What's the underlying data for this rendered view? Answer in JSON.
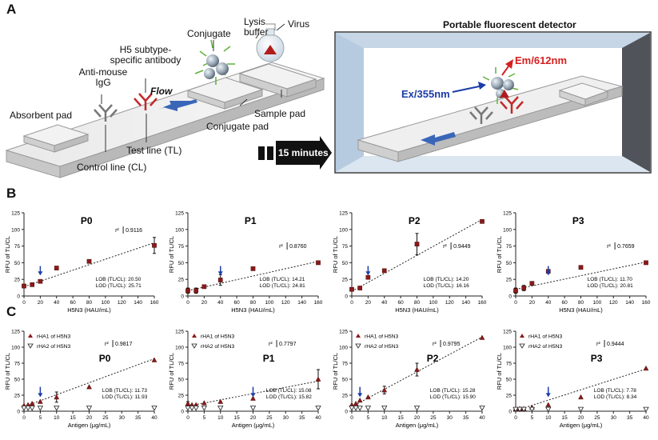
{
  "panel_letters": {
    "a": "A",
    "b": "B",
    "c": "C"
  },
  "schematic": {
    "absorbent_pad": "Absorbent pad",
    "anti_mouse": "Anti-mouse\nIgG",
    "h5_antibody": "H5 subtype-\nspecific antibody",
    "conjugate": "Conjugate",
    "lysis_buffer": "Lysis\nbuffer",
    "virus": "Virus",
    "flow": "Flow",
    "sample_pad": "Sample pad",
    "conjugate_pad": "Conjugate pad",
    "test_line": "Test line (TL)",
    "control_line": "Control line (CL)",
    "time_arrow": "15 minutes",
    "detector_title": "Portable fluorescent detector",
    "excitation": "Ex/355nm",
    "emission": "Em/612nm"
  },
  "colors": {
    "red": "#8b1a1a",
    "blue": "#1b3ca8",
    "emission_red": "#d42020",
    "detector_frame": "#a9bfd6"
  },
  "chart_data": [
    {
      "id": "B-P0",
      "type": "scatter",
      "title": "P0",
      "xlabel": "H5N3 (HAU/mL)",
      "ylabel": "RFU of TL/CL",
      "xlim": [
        0,
        160
      ],
      "ylim": [
        0,
        125
      ],
      "xticks": [
        0,
        20,
        40,
        60,
        80,
        100,
        120,
        140,
        160
      ],
      "yticks": [
        0,
        25,
        50,
        75,
        100,
        125
      ],
      "series": [
        {
          "marker": "square",
          "x": [
            0,
            10,
            20,
            40,
            80,
            160
          ],
          "y": [
            15,
            17,
            22,
            42,
            52,
            76
          ],
          "err": [
            0,
            0,
            0,
            0,
            0,
            12
          ]
        }
      ],
      "r2": "0.9116",
      "fit": [
        0,
        14,
        160,
        80
      ],
      "arrow_x": 20,
      "lob": "LOB (TL/CL): 20.50",
      "lod": "LOD (TL/CL): 25.71"
    },
    {
      "id": "B-P1",
      "type": "scatter",
      "title": "P1",
      "xlabel": "H5N3 (HAU/mL)",
      "ylabel": "RFU of TL/CL",
      "xlim": [
        0,
        160
      ],
      "ylim": [
        0,
        125
      ],
      "xticks": [
        0,
        20,
        40,
        60,
        80,
        100,
        120,
        140,
        160
      ],
      "yticks": [
        0,
        25,
        50,
        75,
        100,
        125
      ],
      "series": [
        {
          "marker": "square",
          "x": [
            0,
            10,
            20,
            40,
            80,
            160
          ],
          "y": [
            8,
            8,
            14,
            24,
            41,
            50
          ],
          "err": [
            4,
            4,
            0,
            8,
            0,
            0
          ]
        }
      ],
      "r2": "0.8760",
      "fit": [
        0,
        8,
        160,
        52
      ],
      "arrow_x": 40,
      "lob": "LOB (TL/CL): 14.21",
      "lod": "LOD (TL/CL): 24.81"
    },
    {
      "id": "B-P2",
      "type": "scatter",
      "title": "P2",
      "xlabel": "H5N3 (HAU/mL)",
      "ylabel": "RFU of TL/CL",
      "xlim": [
        0,
        160
      ],
      "ylim": [
        0,
        125
      ],
      "xticks": [
        0,
        20,
        40,
        60,
        80,
        100,
        120,
        140,
        160
      ],
      "yticks": [
        0,
        25,
        50,
        75,
        100,
        125
      ],
      "series": [
        {
          "marker": "square",
          "x": [
            0,
            10,
            20,
            40,
            80,
            160
          ],
          "y": [
            10,
            12,
            28,
            38,
            78,
            112
          ],
          "err": [
            0,
            0,
            0,
            0,
            16,
            0
          ]
        }
      ],
      "r2": "0.9449",
      "fit": [
        0,
        7,
        160,
        115
      ],
      "arrow_x": 20,
      "lob": "LOB (TL/CL): 14.20",
      "lod": "LOD (TL/CL): 16.16"
    },
    {
      "id": "B-P3",
      "type": "scatter",
      "title": "P3",
      "xlabel": "H5N3 (HAU/mL)",
      "ylabel": "RFU of TL/CL",
      "xlim": [
        0,
        160
      ],
      "ylim": [
        0,
        125
      ],
      "xticks": [
        0,
        20,
        40,
        60,
        80,
        100,
        120,
        140,
        160
      ],
      "yticks": [
        0,
        25,
        50,
        75,
        100,
        125
      ],
      "series": [
        {
          "marker": "square",
          "x": [
            0,
            10,
            20,
            40,
            80,
            160
          ],
          "y": [
            8,
            12,
            19,
            37,
            43,
            50
          ],
          "err": [
            4,
            4,
            0,
            0,
            0,
            0
          ]
        }
      ],
      "r2": "0.7659",
      "fit": [
        0,
        10,
        160,
        51
      ],
      "arrow_x": 40,
      "lob": "LOB (TL/CL): 11.70",
      "lod": "LOD (TL/CL): 20.81"
    },
    {
      "id": "C-P0",
      "type": "scatter",
      "title": "P0",
      "xlabel": "Antigen (μg/mL)",
      "ylabel": "RFU of TL/CL",
      "xlim": [
        0,
        40
      ],
      "ylim": [
        0,
        125
      ],
      "xticks": [
        0,
        5,
        10,
        15,
        20,
        25,
        30,
        35,
        40
      ],
      "yticks": [
        0,
        25,
        50,
        75,
        100,
        125
      ],
      "legend": [
        "rHA1 of H5N3",
        "rHA2 of H5N3"
      ],
      "series": [
        {
          "name": "rHA1 of H5N3",
          "marker": "tri-up",
          "x": [
            0,
            1.25,
            2.5,
            5,
            10,
            20,
            40
          ],
          "y": [
            9,
            10,
            12,
            15,
            22,
            38,
            80
          ],
          "err": [
            0,
            0,
            0,
            0,
            8,
            0,
            0
          ]
        },
        {
          "name": "rHA2 of H5N3",
          "marker": "tri-down",
          "x": [
            0,
            1.25,
            2.5,
            5,
            10,
            20,
            40
          ],
          "y": [
            5,
            5,
            5,
            5,
            5,
            5,
            5
          ],
          "err": [
            0,
            0,
            0,
            0,
            0,
            0,
            0
          ]
        }
      ],
      "r2": "0.9817",
      "fit": [
        0,
        7,
        40,
        82
      ],
      "arrow_x": 5,
      "lob": "LOB (TL/CL): 11.73",
      "lod": "LOD (TL/CL): 11.93"
    },
    {
      "id": "C-P1",
      "type": "scatter",
      "title": "P1",
      "xlabel": "Antigen (μg/mL)",
      "ylabel": "RFU of TL/CL",
      "xlim": [
        0,
        40
      ],
      "ylim": [
        0,
        125
      ],
      "xticks": [
        0,
        5,
        10,
        15,
        20,
        25,
        30,
        35,
        40
      ],
      "yticks": [
        0,
        25,
        50,
        75,
        100,
        125
      ],
      "legend": [
        "rHA1 of H5N3",
        "rHA2 of H5N3"
      ],
      "series": [
        {
          "name": "rHA1 of H5N3",
          "marker": "tri-up",
          "x": [
            0,
            1.25,
            2.5,
            5,
            10,
            20,
            40
          ],
          "y": [
            12,
            10,
            10,
            13,
            15,
            20,
            50
          ],
          "err": [
            3,
            0,
            0,
            0,
            0,
            0,
            15
          ]
        },
        {
          "name": "rHA2 of H5N3",
          "marker": "tri-down",
          "x": [
            0,
            1.25,
            2.5,
            5,
            10,
            20,
            40
          ],
          "y": [
            5,
            5,
            5,
            5,
            5,
            5,
            5
          ],
          "err": [
            0,
            0,
            0,
            0,
            0,
            0,
            0
          ]
        }
      ],
      "r2": "0.7797",
      "fit": [
        0,
        8,
        40,
        47
      ],
      "arrow_x": 20,
      "lob": "LOB (TL/CL): 15.08",
      "lod": "LOD (TL/CL): 15.82"
    },
    {
      "id": "C-P2",
      "type": "scatter",
      "title": "P2",
      "xlabel": "Antigen (μg/mL)",
      "ylabel": "RFU of TL/CL",
      "xlim": [
        0,
        40
      ],
      "ylim": [
        0,
        125
      ],
      "xticks": [
        0,
        5,
        10,
        15,
        20,
        25,
        30,
        35,
        40
      ],
      "yticks": [
        0,
        25,
        50,
        75,
        100,
        125
      ],
      "legend": [
        "rHA1 of H5N3",
        "rHA2 of H5N3"
      ],
      "series": [
        {
          "name": "rHA1 of H5N3",
          "marker": "tri-up",
          "x": [
            0,
            1.25,
            2.5,
            5,
            10,
            20,
            40
          ],
          "y": [
            10,
            12,
            17,
            22,
            33,
            65,
            115
          ],
          "err": [
            0,
            0,
            0,
            0,
            6,
            10,
            0
          ]
        },
        {
          "name": "rHA2 of H5N3",
          "marker": "tri-down",
          "x": [
            0,
            1.25,
            2.5,
            5,
            10,
            20,
            40
          ],
          "y": [
            5,
            5,
            5,
            5,
            5,
            5,
            5
          ],
          "err": [
            0,
            0,
            0,
            0,
            0,
            0,
            0
          ]
        }
      ],
      "r2": "0.9795",
      "fit": [
        0,
        7,
        40,
        116
      ],
      "arrow_x": 2.5,
      "lob": "LOB (TL/CL): 15.28",
      "lod": "LOD (TL/CL): 15.90"
    },
    {
      "id": "C-P3",
      "type": "scatter",
      "title": "P3",
      "xlabel": "Antigen (μg/mL)",
      "ylabel": "RFU of TL/CL",
      "xlim": [
        0,
        40
      ],
      "ylim": [
        0,
        125
      ],
      "xticks": [
        0,
        5,
        10,
        15,
        20,
        25,
        30,
        35,
        40
      ],
      "yticks": [
        0,
        25,
        50,
        75,
        100,
        125
      ],
      "legend": [
        "rHA1 of H5N3",
        "rHA2 of H5N3"
      ],
      "series": [
        {
          "name": "rHA1 of H5N3",
          "marker": "tri-up",
          "x": [
            0,
            1.25,
            2.5,
            5,
            10,
            20,
            40
          ],
          "y": [
            4,
            4,
            4,
            6,
            10,
            22,
            67
          ],
          "err": [
            0,
            0,
            0,
            0,
            0,
            0,
            0
          ]
        },
        {
          "name": "rHA2 of H5N3",
          "marker": "tri-down",
          "x": [
            0,
            1.25,
            2.5,
            5,
            10,
            20,
            40
          ],
          "y": [
            3,
            3,
            3,
            3,
            3,
            3,
            3
          ],
          "err": [
            0,
            0,
            0,
            0,
            0,
            0,
            0
          ]
        }
      ],
      "r2": "0.9444",
      "fit": [
        0,
        1,
        40,
        66
      ],
      "arrow_x": 10,
      "lob": "LOB (TL/CL): 7.78",
      "lod": "LOD (TL/CL): 8.34"
    }
  ]
}
